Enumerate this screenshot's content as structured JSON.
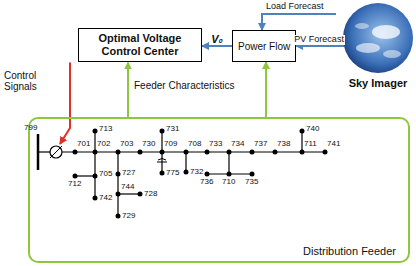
{
  "diagram": {
    "nodes": [
      {
        "text": [
          "Optimal Voltage Control Center"
        ]
      },
      {
        "text": [
          "Power Flow"
        ]
      },
      {
        "text": [
          "Sky Imager"
        ]
      },
      {
        "text": [
          "Distribution Feeder"
        ]
      }
    ],
    "edges": [
      {
        "from": 1,
        "to": 0,
        "label": "V₀",
        "arrow": "to"
      },
      {
        "from": 2,
        "to": 1,
        "label": "PV Forecast",
        "arrow": "to"
      },
      {
        "from": 0,
        "to": 3,
        "label": "Control Signals",
        "arrow": "to"
      },
      {
        "from": 3,
        "to": 0,
        "label": "Feeder Characteristics",
        "arrow": "to"
      },
      {
        "from": 3,
        "to": 1,
        "arrow": "to"
      }
    ],
    "labels": [
      "Load Forecast",
      "799",
      "701",
      "702",
      "703",
      "730",
      "709",
      "708",
      "733",
      "734",
      "737",
      "738",
      "711",
      "741",
      "713",
      "731",
      "740",
      "712",
      "705",
      "742",
      "727",
      "744",
      "728",
      "729",
      "775",
      "732",
      "736",
      "710",
      "735"
    ]
  }
}
